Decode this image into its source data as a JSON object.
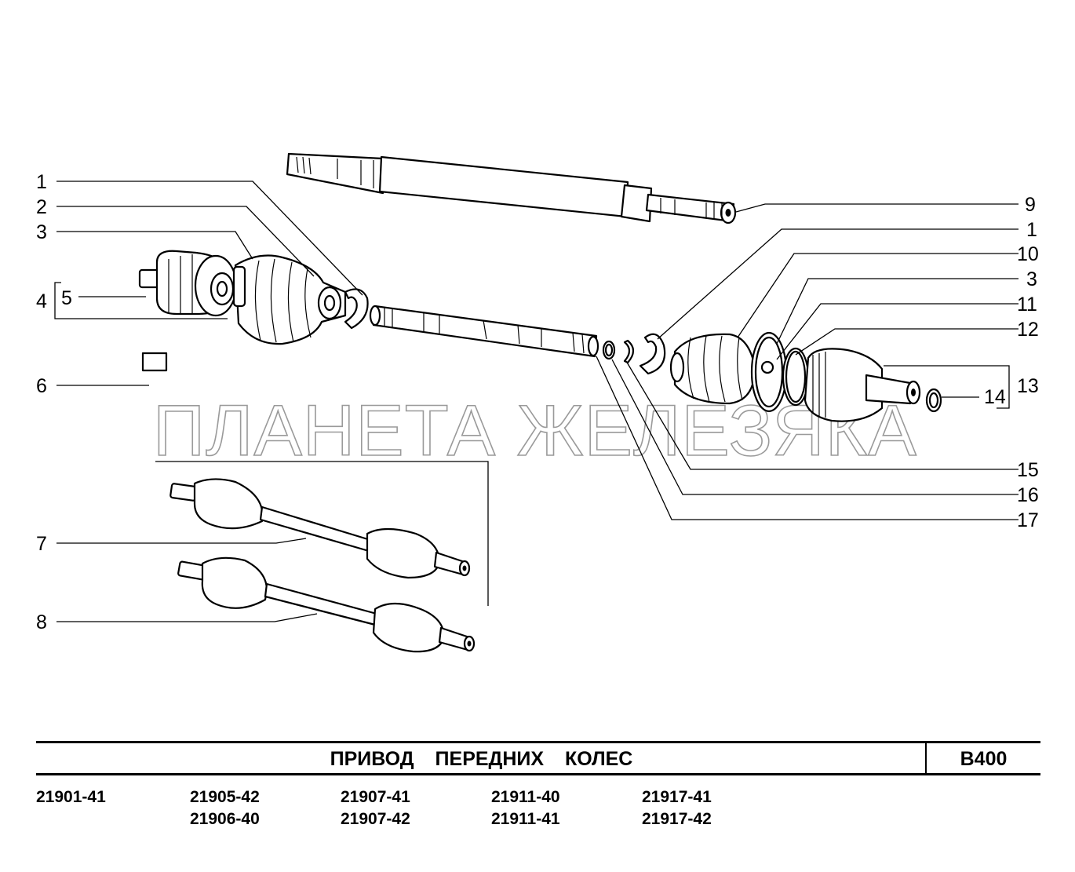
{
  "title": "ПРИВОД   ПЕРЕДНИХ   КОЛЕС",
  "sheet_code": "B400",
  "watermark": "ПЛАНЕТА ЖЕЛЕЗЯКА",
  "models": [
    [
      "21901-41"
    ],
    [
      "21905-42",
      "21906-40"
    ],
    [
      "21907-41",
      "21907-42"
    ],
    [
      "21911-40",
      "21911-41"
    ],
    [
      "21917-41",
      "21917-42"
    ]
  ],
  "callouts": {
    "left": [
      "1",
      "2",
      "3",
      "4",
      "5",
      "6",
      "7",
      "8"
    ],
    "right": [
      "9",
      "1",
      "10",
      "3",
      "11",
      "12",
      "13",
      "14",
      "15",
      "16",
      "17"
    ]
  }
}
